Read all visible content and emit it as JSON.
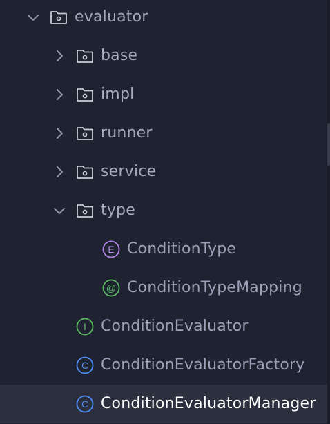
{
  "tree": {
    "items": [
      {
        "label": "evaluator",
        "kind": "folder",
        "state": "expanded",
        "icon": "folder-icon"
      },
      {
        "label": "base",
        "kind": "folder",
        "state": "collapsed",
        "icon": "folder-icon"
      },
      {
        "label": "impl",
        "kind": "folder",
        "state": "collapsed",
        "icon": "folder-icon"
      },
      {
        "label": "runner",
        "kind": "folder",
        "state": "collapsed",
        "icon": "folder-icon"
      },
      {
        "label": "service",
        "kind": "folder",
        "state": "collapsed",
        "icon": "folder-icon"
      },
      {
        "label": "type",
        "kind": "folder",
        "state": "expanded",
        "icon": "folder-icon"
      },
      {
        "label": "ConditionType",
        "kind": "enum",
        "icon": "enum-icon",
        "badge": "E"
      },
      {
        "label": "ConditionTypeMapping",
        "kind": "annotation",
        "icon": "annotation-icon",
        "badge": "@"
      },
      {
        "label": "ConditionEvaluator",
        "kind": "interface",
        "icon": "interface-icon",
        "badge": "I"
      },
      {
        "label": "ConditionEvaluatorFactory",
        "kind": "class",
        "icon": "class-icon",
        "badge": "C"
      },
      {
        "label": "ConditionEvaluatorManager",
        "kind": "class",
        "icon": "class-icon",
        "badge": "C",
        "selected": true
      }
    ]
  },
  "colors": {
    "background": "#1f2230",
    "selection": "#2c2f3e",
    "text": "#9aa0b6",
    "selected_text": "#ffffff",
    "folder_icon": "#c9cdd8",
    "chevron": "#8f96ab",
    "enum": "#b388e8",
    "annotation": "#5fb865",
    "interface": "#5fb865",
    "class": "#4d8df2"
  }
}
